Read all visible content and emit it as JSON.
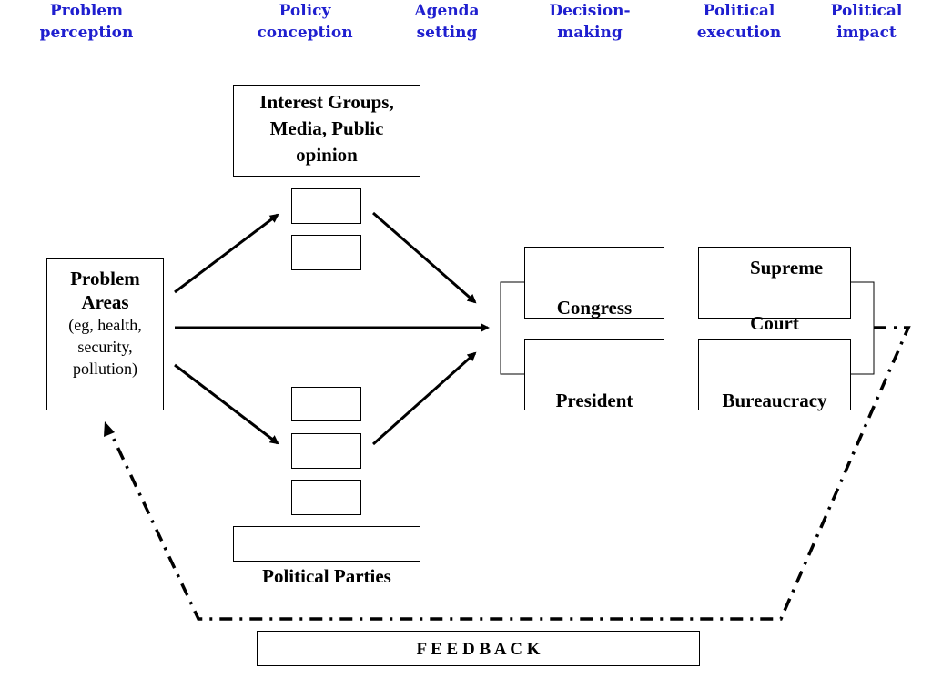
{
  "stages": [
    {
      "line1": "Problem",
      "line2": "perception",
      "color": "#1f1fcf"
    },
    {
      "line1": "Policy",
      "line2": "conception",
      "color": "#1f1fcf"
    },
    {
      "line1": "Agenda",
      "line2": "setting",
      "color": "#1f1fcf"
    },
    {
      "line1": "Decision-",
      "line2": "making",
      "color": "#1f1fcf"
    },
    {
      "line1": "Political",
      "line2": "execution",
      "color": "#1f1fcf"
    },
    {
      "line1": "Political",
      "line2": "impact",
      "color": "#1f1fcf"
    }
  ],
  "problem_areas": {
    "title_line1": "Problem",
    "title_line2": "Areas",
    "detail_line1": "(eg, health,",
    "detail_line2": "security,",
    "detail_line3": "pollution)"
  },
  "interest_groups": {
    "line1": "Interest Groups,",
    "line2": "Media, Public",
    "line3": "opinion"
  },
  "political_parties": "Political Parties",
  "congress": "Congress",
  "president": "President",
  "supreme_court": {
    "line1": "Supreme",
    "line2": "Court"
  },
  "bureaucracy": "Bureaucracy",
  "feedback": "F E E D B A C K"
}
